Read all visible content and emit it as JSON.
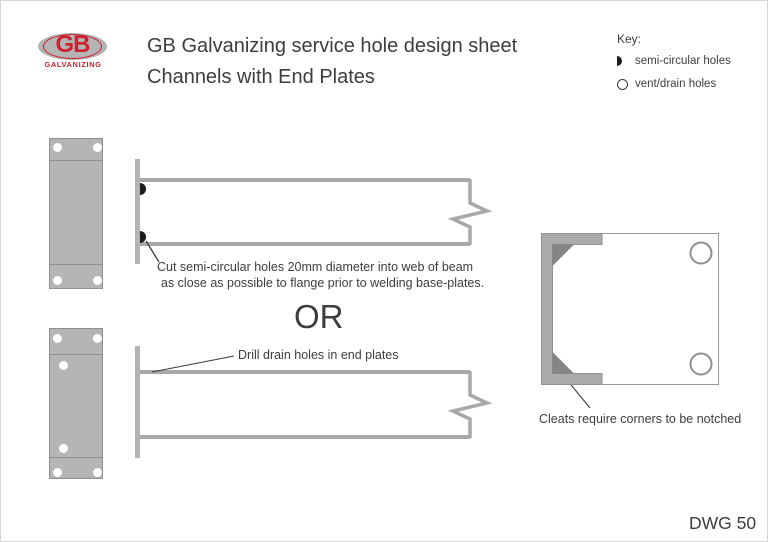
{
  "header": {
    "title_line1": "GB Galvanizing service hole design sheet",
    "title_line2": "Channels with End Plates"
  },
  "logo": {
    "initials": "GB",
    "name": "GALVANIZING"
  },
  "key": {
    "heading": "Key:",
    "items": [
      {
        "icon": "semi-circular-hole-icon",
        "label": "semi-circular holes"
      },
      {
        "icon": "vent-drain-hole-icon",
        "label": "vent/drain holes"
      }
    ]
  },
  "annotations": {
    "top_beam_caption_line1": "Cut semi-circular holes 20mm diameter into web of beam",
    "top_beam_caption_line2": "as close as possible to flange prior to welding base-plates.",
    "or_separator": "OR",
    "bottom_beam_caption": "Drill drain holes in end plates",
    "channel_caption": "Cleats require corners to be notched"
  },
  "footer": {
    "drawing_number": "DWG 50"
  },
  "colors": {
    "brand_red": "#cf2030",
    "steel_gray": "#b5b5b5",
    "line_gray": "#a8a8a8",
    "outline_gray": "#8f8f8f",
    "notch_dark_gray": "#858585",
    "text_dark": "#3d3d3d",
    "hole_black": "#1c1c1c"
  }
}
